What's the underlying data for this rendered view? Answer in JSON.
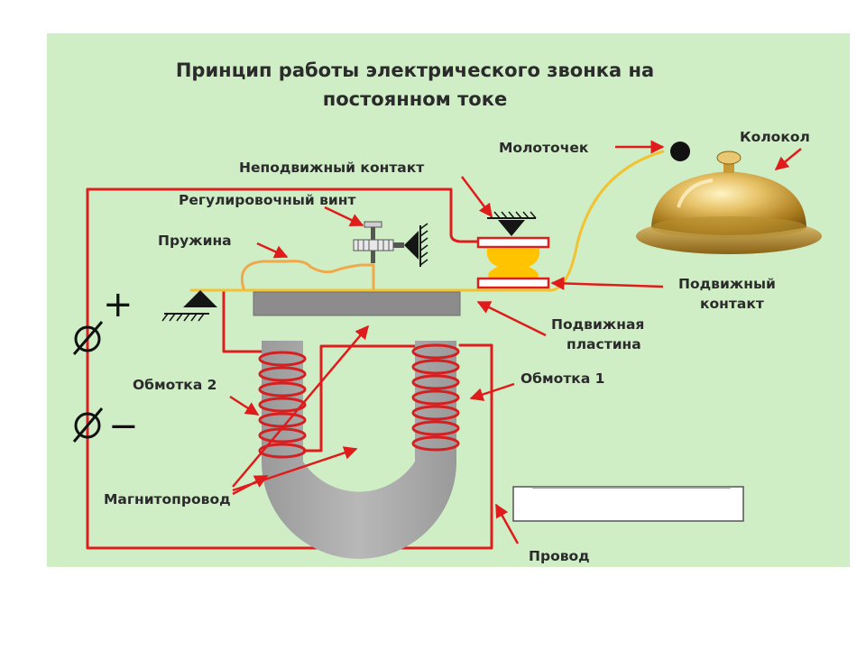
{
  "title": {
    "line1": "Принцип работы электрического звонка на",
    "line2": "постоянном токе"
  },
  "labels": {
    "hammer": "Молоточек",
    "bell": "Колокол",
    "fixed_contact": "Неподвижный контакт",
    "adjusting_screw": "Регулировочный винт",
    "spring": "Пружина",
    "moving_contact_line1": "Подвижный",
    "moving_contact_line2": "контакт",
    "moving_plate_line1": "Подвижная",
    "moving_plate_line2": "пластина",
    "winding1": "Обмотка 1",
    "winding2": "Обмотка 2",
    "magnetic_core": "Магнитопровод",
    "wire": "Провод"
  },
  "terminals": {
    "plus": "+",
    "minus": "−"
  },
  "colors": {
    "panel": "#cfeec6",
    "wire": "#dc1e1e",
    "arrow": "#e01b1b",
    "core": "#a9a9a9",
    "plate": "#8c8c8c",
    "spring": "#f0a94a",
    "hammer_rod": "#f2c230",
    "contact_block": "#ffc300",
    "bell": "#d6a93a"
  }
}
